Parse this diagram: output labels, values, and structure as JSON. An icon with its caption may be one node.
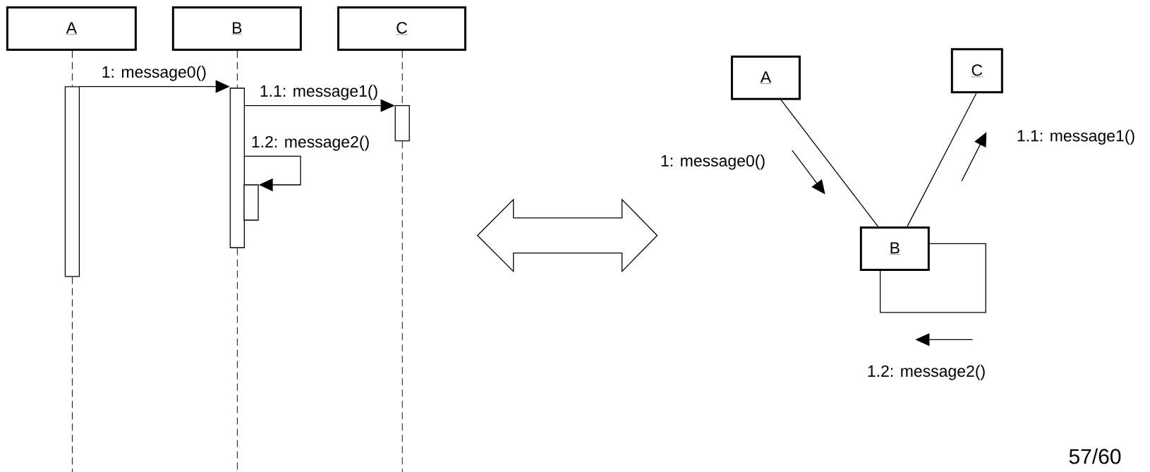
{
  "diagram": {
    "nodes": [
      {
        "text": [
          "A"
        ]
      },
      {
        "text": [
          "B"
        ]
      },
      {
        "text": [
          "C"
        ]
      },
      {
        "text": [],
        "shape": "bar"
      },
      {
        "text": [],
        "shape": "bar"
      },
      {
        "text": [],
        "shape": "bar"
      },
      {
        "text": [],
        "shape": "bar"
      },
      {
        "text": [
          "A"
        ]
      },
      {
        "text": [
          "C"
        ]
      },
      {
        "text": [
          "B"
        ]
      }
    ],
    "edges": [
      {
        "from": 0,
        "to": 3,
        "arrow": "none",
        "style": "dashed"
      },
      {
        "from": 3,
        "to": null,
        "arrow": "none",
        "style": "dashed"
      },
      {
        "from": 1,
        "to": 4,
        "arrow": "none",
        "style": "dashed"
      },
      {
        "from": 4,
        "to": null,
        "arrow": "none",
        "style": "dashed"
      },
      {
        "from": 2,
        "to": 5,
        "arrow": "none",
        "style": "dashed"
      },
      {
        "from": 5,
        "to": null,
        "arrow": "none",
        "style": "dashed"
      },
      {
        "from": 3,
        "to": 4,
        "arrow": "to",
        "label": "1: message0()"
      },
      {
        "from": 4,
        "to": 5,
        "arrow": "to",
        "label": "1.1: message1()"
      },
      {
        "from": 4,
        "to": 6,
        "arrow": "to",
        "label": "1.2: message2()"
      },
      {
        "from": 7,
        "to": 9,
        "arrow": "none"
      },
      {
        "from": 8,
        "to": 9,
        "arrow": "none"
      },
      {
        "from": 9,
        "to": 9,
        "arrow": "none"
      }
    ],
    "labels": [
      "1: message0()",
      "1.1: message1()",
      "1.2: message2()",
      "57/60"
    ]
  }
}
